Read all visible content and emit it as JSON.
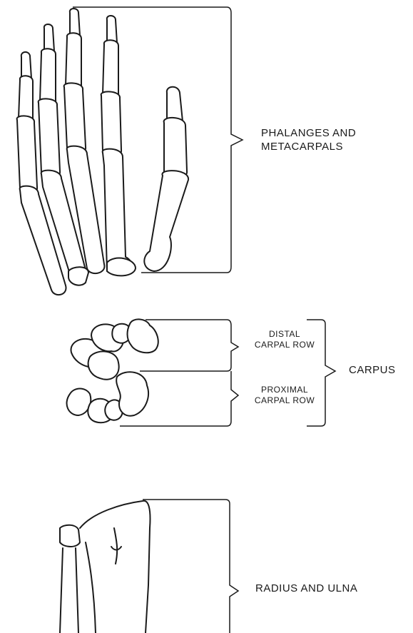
{
  "labels": {
    "phalanges_metacarpals": [
      "PHALANGES AND",
      "METACARPALS"
    ],
    "distal_carpal_row": [
      "DISTAL",
      "CARPAL ROW"
    ],
    "proximal_carpal_row": [
      "PROXIMAL",
      "CARPAL ROW"
    ],
    "carpus": "CARPUS",
    "radius_ulna": "RADIUS AND ULNA"
  },
  "colors": {
    "ink": "#1a1a1a",
    "paper": "#ffffff"
  }
}
